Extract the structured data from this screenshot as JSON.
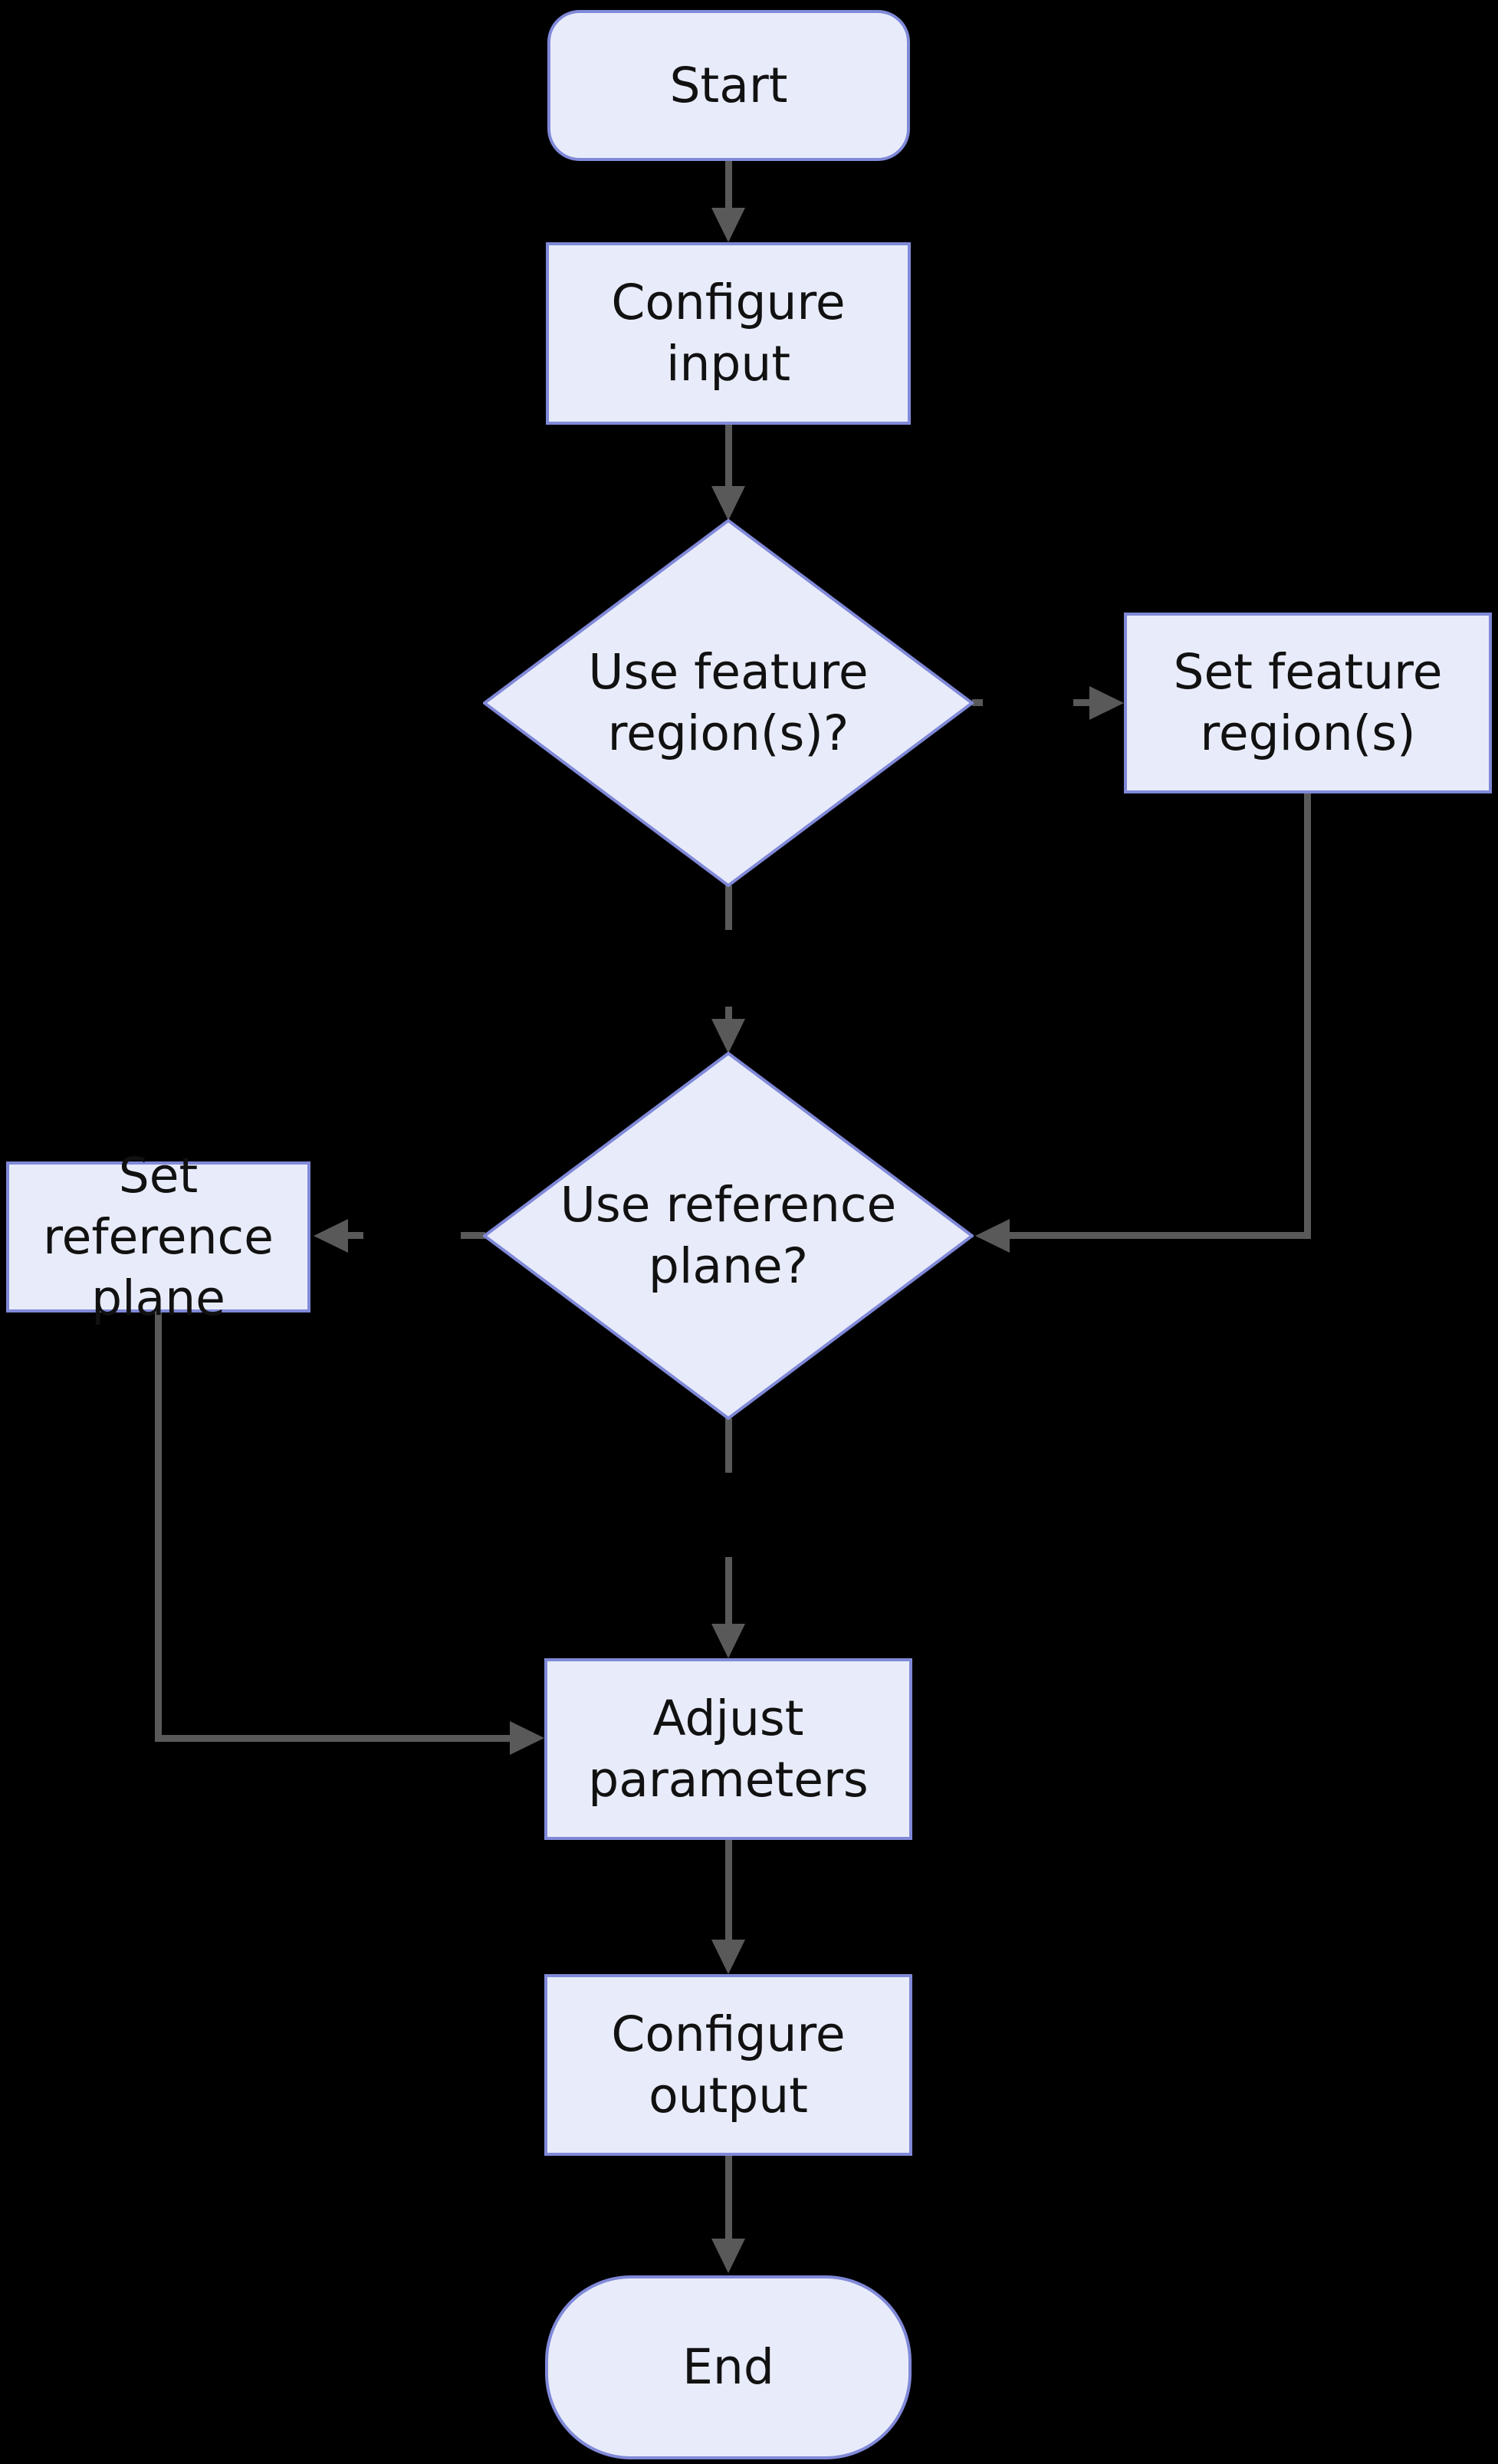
{
  "palette": {
    "background": "#000000",
    "node_fill": "#e8ecfa",
    "node_border": "#8089d8",
    "arrow": "#595959",
    "text": "#111111"
  },
  "flowchart": {
    "nodes": {
      "start": {
        "type": "terminator",
        "label": "Start"
      },
      "configure_input": {
        "type": "process",
        "label": "Configure\ninput"
      },
      "use_feature_regions": {
        "type": "decision",
        "label": "Use feature\nregion(s)?"
      },
      "set_feature_regions": {
        "type": "process",
        "label": "Set feature\nregion(s)"
      },
      "use_reference_plane": {
        "type": "decision",
        "label": "Use reference\nplane?"
      },
      "set_reference_plane": {
        "type": "process",
        "label": "Set reference\nplane"
      },
      "adjust_parameters": {
        "type": "process",
        "label": "Adjust\nparameters"
      },
      "configure_output": {
        "type": "process",
        "label": "Configure\noutput"
      },
      "end": {
        "type": "terminator",
        "label": "End"
      }
    },
    "edges": [
      {
        "from": "start",
        "to": "configure_input"
      },
      {
        "from": "configure_input",
        "to": "use_feature_regions"
      },
      {
        "from": "use_feature_regions",
        "to": "set_feature_regions"
      },
      {
        "from": "use_feature_regions",
        "to": "use_reference_plane"
      },
      {
        "from": "set_feature_regions",
        "to": "use_reference_plane"
      },
      {
        "from": "use_reference_plane",
        "to": "set_reference_plane"
      },
      {
        "from": "use_reference_plane",
        "to": "adjust_parameters"
      },
      {
        "from": "set_reference_plane",
        "to": "adjust_parameters"
      },
      {
        "from": "adjust_parameters",
        "to": "configure_output"
      },
      {
        "from": "configure_output",
        "to": "end"
      }
    ]
  }
}
